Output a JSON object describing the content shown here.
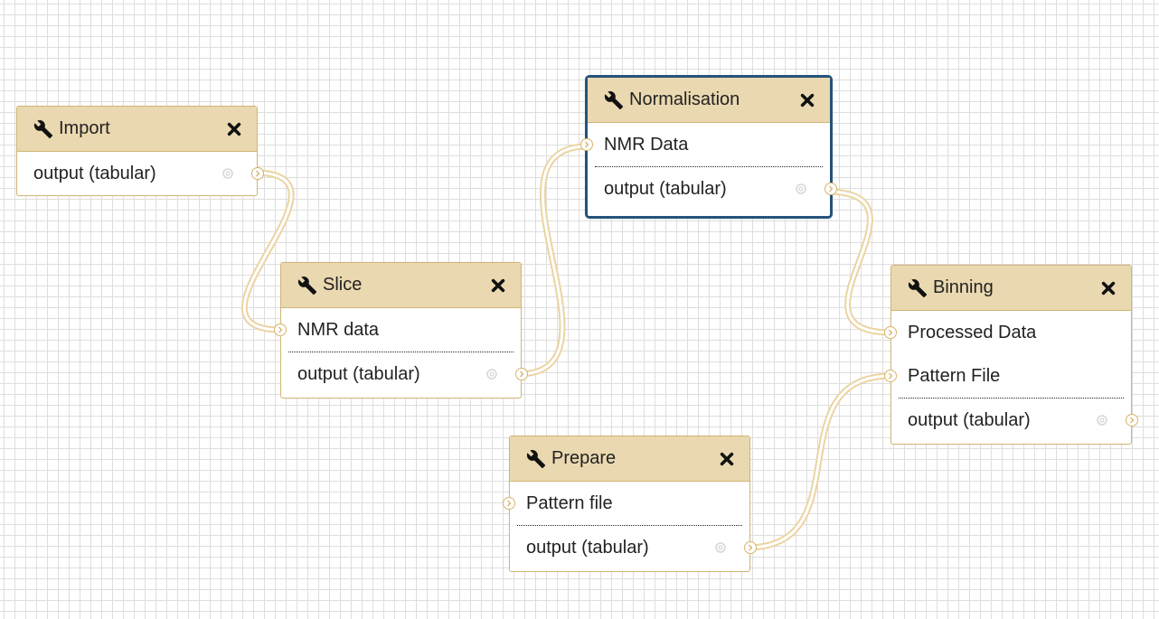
{
  "nodes": {
    "import": {
      "title": "Import",
      "outputs": [
        "output (tabular)"
      ]
    },
    "slice": {
      "title": "Slice",
      "inputs": [
        "NMR data"
      ],
      "outputs": [
        "output (tabular)"
      ]
    },
    "normalisation": {
      "title": "Normalisation",
      "inputs": [
        "NMR Data"
      ],
      "outputs": [
        "output (tabular)"
      ]
    },
    "binning": {
      "title": "Binning",
      "inputs": [
        "Processed Data",
        "Pattern File"
      ],
      "outputs": [
        "output (tabular)"
      ]
    },
    "prepare": {
      "title": "Prepare",
      "inputs": [
        "Pattern file"
      ],
      "outputs": [
        "output (tabular)"
      ]
    }
  },
  "selected_node": "normalisation",
  "colors": {
    "header_bg": "#ead8b0",
    "node_border": "#d2b677",
    "selected_border": "#25537b",
    "connector": "#ebd4a3",
    "terminal": "#d7b36a",
    "grid": "#dedede"
  },
  "icons": {
    "header": "wrench-icon",
    "close": "close-icon",
    "terminal": "chevron-right-icon",
    "output_options": "gear-icon"
  }
}
